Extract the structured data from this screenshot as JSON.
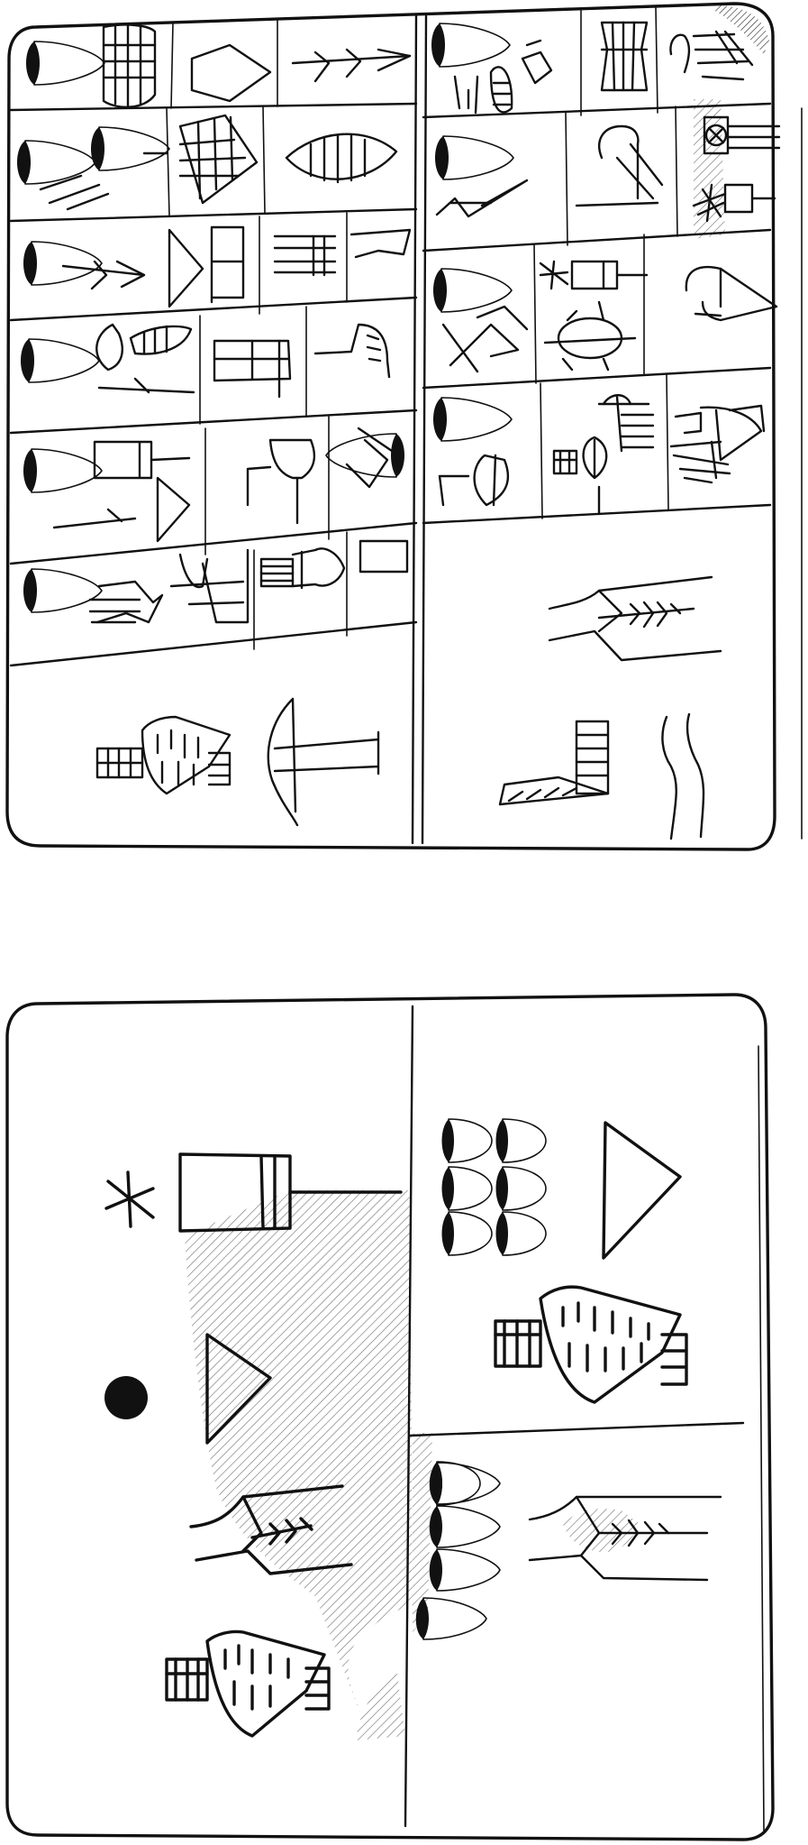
{
  "drawing": {
    "colors": {
      "ink": "#111111",
      "paper": "#ffffff",
      "hatch": "#777777"
    },
    "faces": [
      "obverse",
      "reverse"
    ],
    "icons": [
      "cuneiform-sign-icon",
      "numeral-impression-icon",
      "damage-hatching",
      "dot-marker-icon"
    ]
  }
}
